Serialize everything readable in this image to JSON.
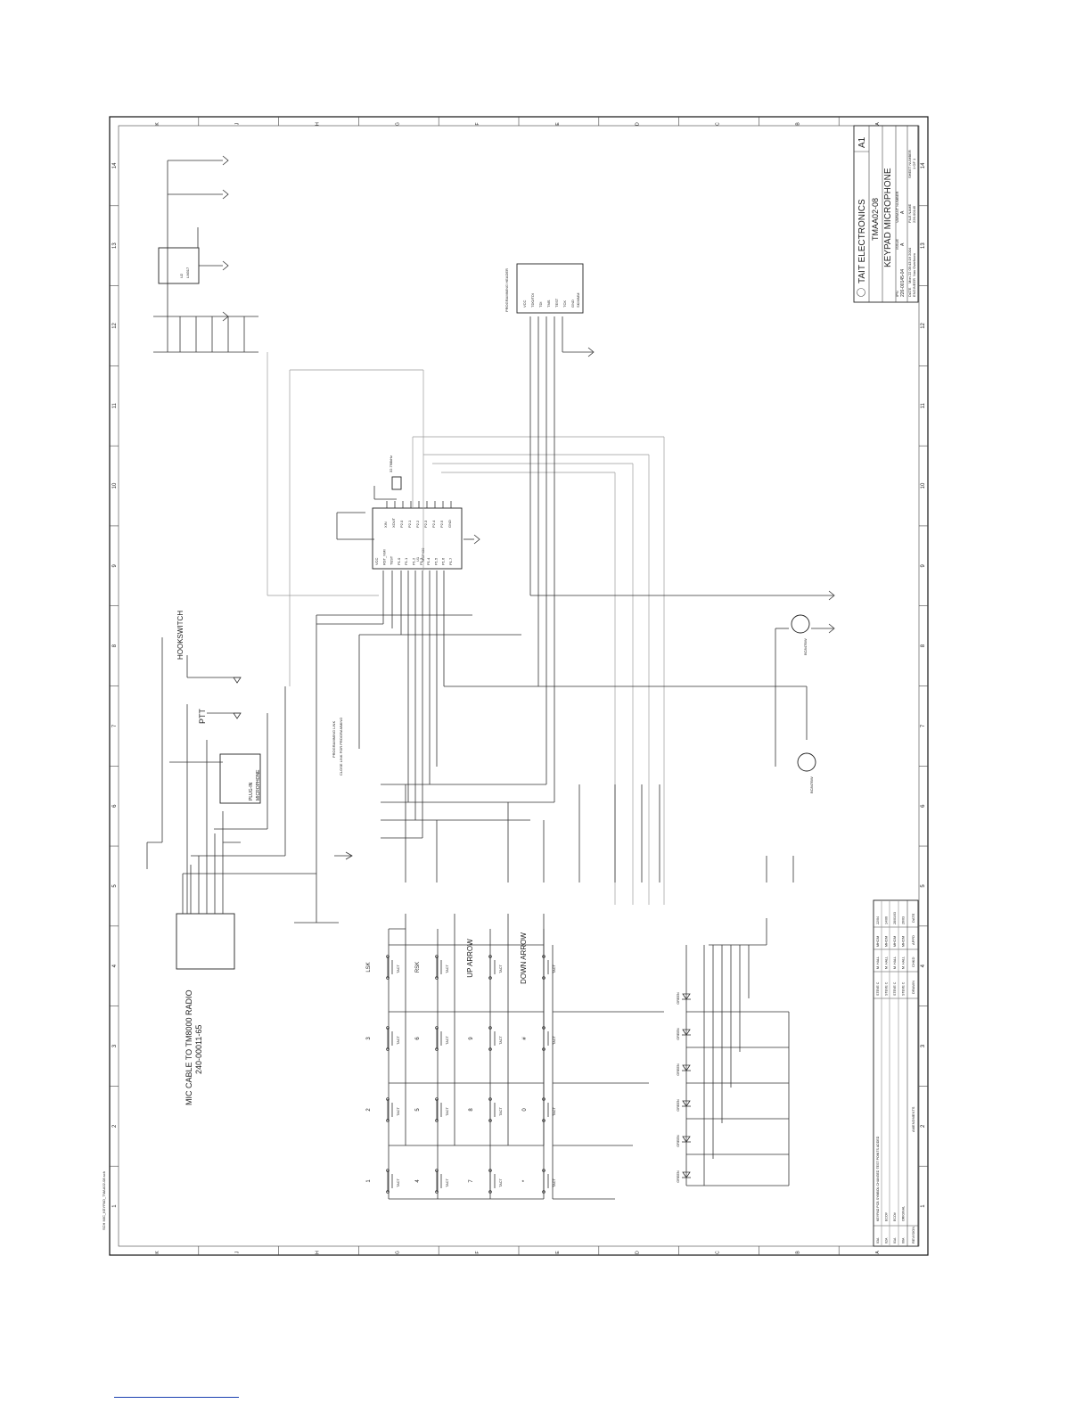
{
  "title_block": {
    "company": "TAIT ELECTRONICS",
    "model": "TMAA02-08",
    "product": "KEYPAD MICROPHONE",
    "sheet_size": "A1",
    "ipn_label": "IPN",
    "ipn": "226-00145-04",
    "issue_label": "ISSUE",
    "issue": "A",
    "variant_label": "VARIANT NUMBER",
    "variant": "A",
    "date_label": "DATE",
    "date": "Mon 22 09:43:16 2004",
    "file_label": "FILE NAME",
    "file": "226-00145",
    "engineer_label": "ENGINEER",
    "engineer": "Nav Overfoom",
    "sheet_label": "SHEET NUMBER",
    "sheet": "1 OF 1"
  },
  "amendments": {
    "header": "AMENDMENTS",
    "col_drawn": "DRAWN",
    "col_chkd": "CHKD",
    "col_appd": "APPD",
    "col_date": "DATE",
    "col_revision": "REVISION",
    "rows": [
      {
        "rev": "03A",
        "text": "KEYPAD PCB SYMBOL CHANGED TEST POINTS ADDED",
        "drawn": "STEVE C",
        "chkd": "M. HALL",
        "appd": "MHC/M",
        "date": "22/04"
      },
      {
        "rev": "02A",
        "text": "ECO#",
        "drawn": "STEVE C",
        "chkd": "M. HALL",
        "appd": "MHC/M",
        "date": "14/06"
      },
      {
        "rev": "01A",
        "text": "ECO#",
        "drawn": "STEVE C",
        "chkd": "M. HALL",
        "appd": "MHC/M",
        "date": "28/01/03"
      },
      {
        "rev": "00A",
        "text": "ORIGINAL",
        "drawn": "STEVE C",
        "chkd": "M. HALL",
        "appd": "MHC/M",
        "date": "26/03"
      }
    ]
  },
  "grid": {
    "letters": [
      "K",
      "J",
      "H",
      "G",
      "F",
      "E",
      "D",
      "C",
      "B",
      "A"
    ],
    "numbers": [
      "14",
      "13",
      "12",
      "11",
      "10",
      "9",
      "8",
      "7",
      "6",
      "5",
      "4",
      "3",
      "2",
      "1"
    ]
  },
  "labels": {
    "mic_cable": "MIC CABLE TO TM8000 RADIO",
    "mic_cable_ipn": "240-00011-65",
    "hookswitch": "HOOKSWITCH",
    "ptt": "PTT",
    "microphone": "MICROPHONE",
    "plug": "PLUG-IN",
    "programming_header": "PROGRAMMING HEADER",
    "programming_link": "PROGRAMMING LINK",
    "close_link": "CLOSE LINK FOR PROGRAMMING",
    "mcu": "MSP430",
    "mcu_ref": "U1",
    "regulator": "LM317",
    "regulator_ref": "U2",
    "crystal": "32.768kHz",
    "header_part": "SKIMMM",
    "side_note": "SCH  MIC_KEYPAD_TMAA02-08.sch"
  },
  "keys": {
    "row1": [
      "1",
      "2",
      "3",
      "LSK"
    ],
    "row2": [
      "4",
      "5",
      "6",
      "RSK"
    ],
    "row3": [
      "7",
      "8",
      "9",
      "UP ARROW"
    ],
    "row4": [
      "*",
      "0",
      "#",
      "DOWN ARROW"
    ],
    "switch_type": "TACT"
  },
  "leds": [
    "GREEN",
    "GREEN",
    "GREEN",
    "GREEN",
    "GREEN",
    "GREEN"
  ],
  "header_pins": [
    "VCC",
    "TDO/TDI",
    "TDI",
    "TMS",
    "TEST",
    "TCK",
    "GND"
  ],
  "mcu_pins_left": [
    "XIN",
    "XOUT",
    "P2.0",
    "P2.1",
    "P2.2",
    "P2.3",
    "P2.4",
    "P2.5",
    "GND"
  ],
  "mcu_pins_right": [
    "VCC",
    "RST_NMI",
    "TEST",
    "P1.0",
    "P1.1",
    "P1.2",
    "P1.3",
    "P1.4",
    "P1.5",
    "P1.6",
    "P1.7"
  ],
  "transistors": [
    "BC847BW",
    "BC847BW"
  ],
  "net_label": "KYPAD"
}
